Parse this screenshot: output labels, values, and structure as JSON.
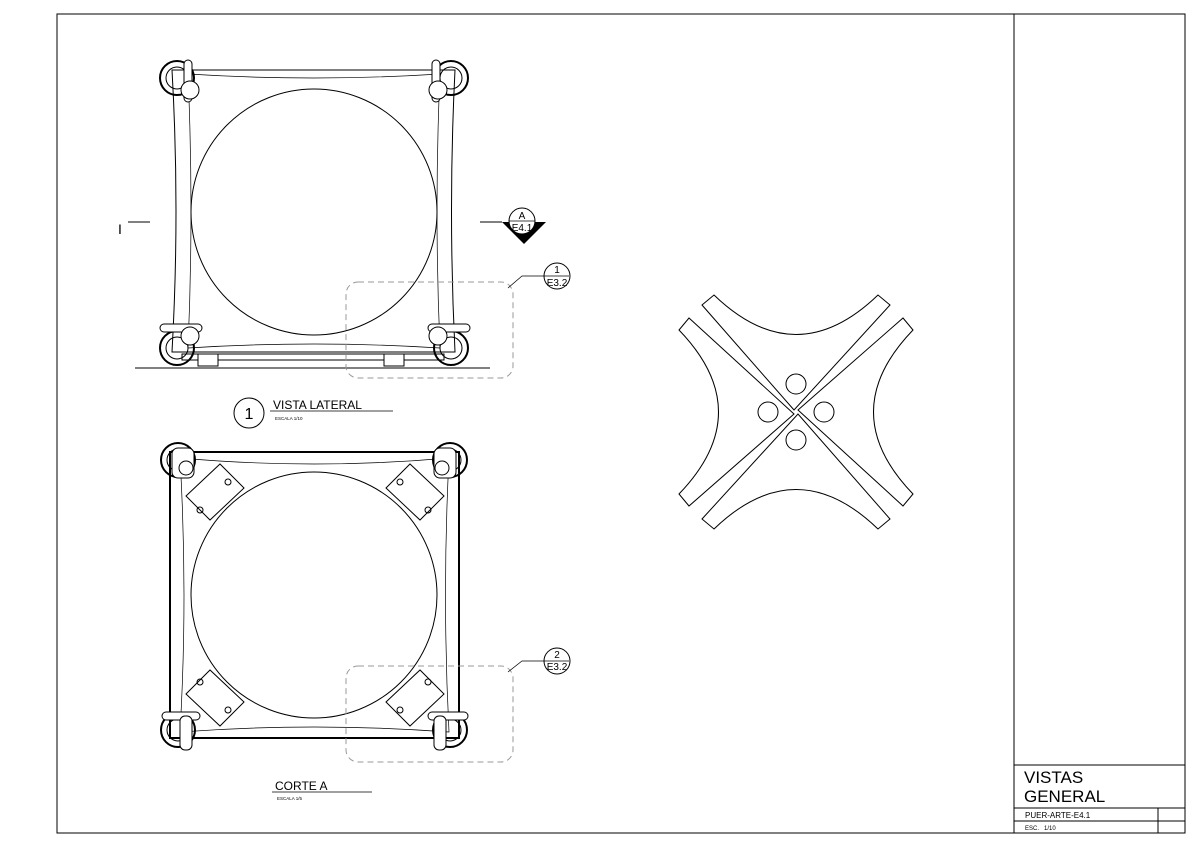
{
  "views": {
    "lateral": {
      "number": "1",
      "title": "VISTA LATERAL",
      "scale": "ESCALA 1/10"
    },
    "corte": {
      "title": "CORTE A",
      "scale": "ESCALA 1/5"
    }
  },
  "section_marker": {
    "letter": "A",
    "sheet_ref": "E4.1",
    "cut_letter": "I"
  },
  "details": [
    {
      "number": "1",
      "sheet_ref": "E3.2"
    },
    {
      "number": "2",
      "sheet_ref": "E3.2"
    }
  ],
  "title_block": {
    "title_line1": "VISTAS",
    "title_line2": "GENERAL",
    "drawing_code": "PUER-ARTE-E4.1",
    "scale_label": "ESC.",
    "scale_value": "1/10"
  }
}
